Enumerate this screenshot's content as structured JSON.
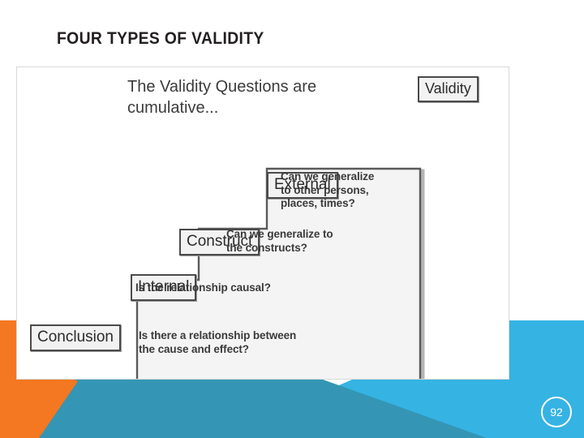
{
  "slide": {
    "title": "FOUR TYPES OF VALIDITY",
    "page_number": "92"
  },
  "theme": {
    "orange": "#F47721",
    "teal_dark": "#3496B4",
    "blue_light": "#35B3E3",
    "white": "#FFFFFF",
    "text_dark": "#231F20"
  },
  "diagram": {
    "heading_line1": "The Validity Questions are",
    "heading_line2": "cumulative...",
    "top_label": "Validity",
    "steps": [
      {
        "label": "External",
        "question_lines": [
          "Can we generalize",
          "to other persons,",
          "places, times?"
        ]
      },
      {
        "label": "Construct",
        "question_lines": [
          "Can we generalize to",
          "the constructs?"
        ]
      },
      {
        "label": "Internal",
        "question_lines": [
          "Is the relationship causal?"
        ]
      },
      {
        "label": "Conclusion",
        "question_lines": [
          "Is there a relationship between",
          "the cause and effect?"
        ]
      }
    ]
  }
}
